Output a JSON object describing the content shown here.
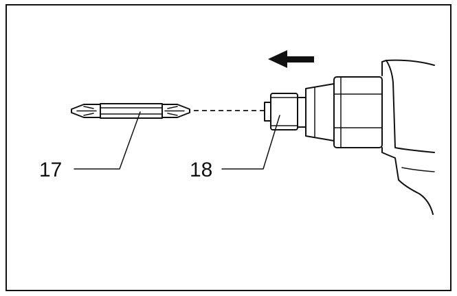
{
  "diagram": {
    "callouts": [
      {
        "id": "bit",
        "label": "17"
      },
      {
        "id": "bit-holder",
        "label": "18"
      }
    ]
  }
}
